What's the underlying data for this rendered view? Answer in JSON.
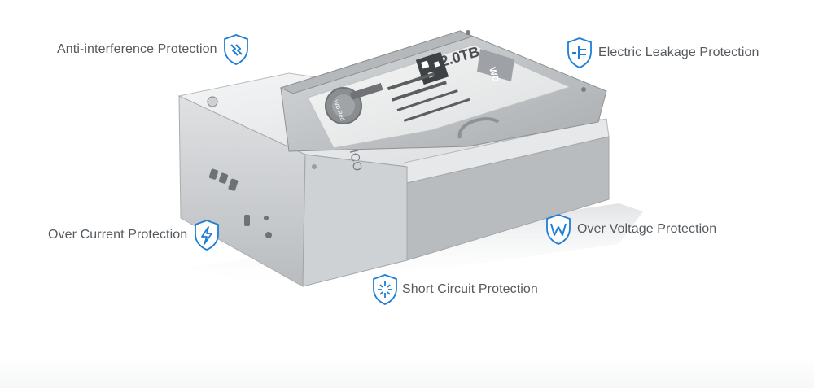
{
  "features": {
    "anti_interference": {
      "label": "Anti-interference Protection",
      "icon": "signal-shield-icon"
    },
    "electric_leakage": {
      "label": "Electric Leakage Protection",
      "icon": "leakage-shield-icon"
    },
    "over_current": {
      "label": "Over Current Protection",
      "icon": "lightning-shield-icon"
    },
    "over_voltage": {
      "label": "Over Voltage Protection",
      "icon": "voltage-w-shield-icon"
    },
    "short_circuit": {
      "label": "Short Circuit Protection",
      "icon": "spark-shield-icon"
    }
  },
  "product": {
    "brand_on_dock": "ORICO",
    "drive_capacity": "2.0TB",
    "drive_brand": "WD",
    "drive_series": "WD Red"
  },
  "colors": {
    "icon_blue": "#1f7ed6",
    "text_gray": "#555a5f",
    "dock_silver": "#c7cacd",
    "drive_label": "#e9eaeb"
  }
}
